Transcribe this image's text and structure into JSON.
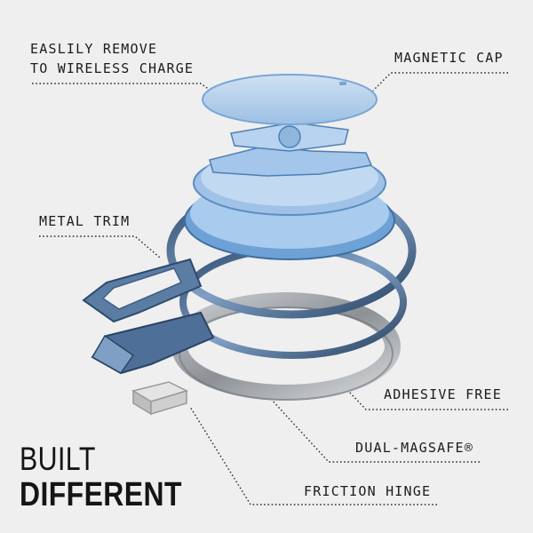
{
  "labels": {
    "easily_line1": "EASLILY REMOVE",
    "easily_line2": "TO WIRELESS CHARGE",
    "magnetic_cap": "MAGNETIC CAP",
    "metal_trim": "METAL TRIM",
    "adhesive_free": "ADHESIVE FREE",
    "dual_magsafe": "DUAL-MAGSAFE®",
    "friction_hinge": "FRICTION HINGE"
  },
  "headline": {
    "line1": "BUILT",
    "line2": "DIFFERENT"
  },
  "colors": {
    "background": "#efefef",
    "text": "#1c1c1c",
    "accent_blue": "#8fb7dd",
    "metal_blue": "#3e5f86",
    "magnet_ring": "#a9abae"
  }
}
